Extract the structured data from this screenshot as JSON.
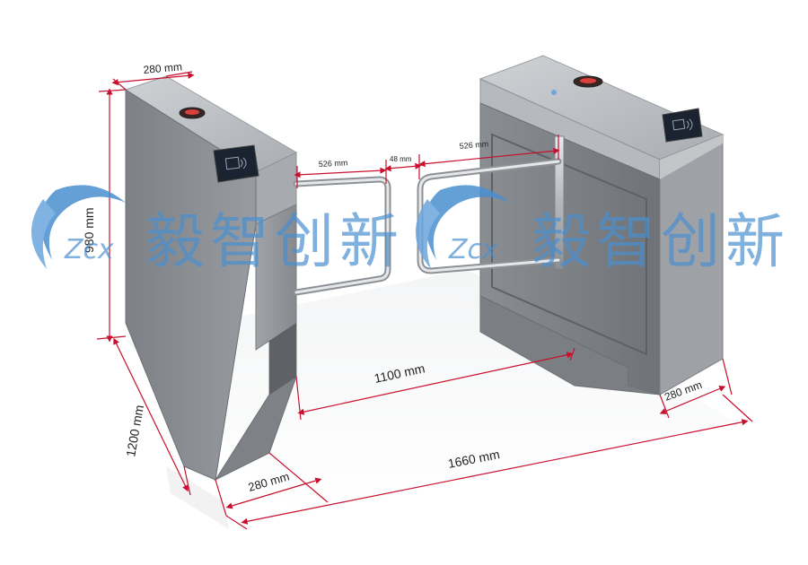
{
  "dimensions": {
    "cabinet_width_top": "280 mm",
    "height_980": "980 mm",
    "length_1200": "1200 mm",
    "arm_left": "526 mm",
    "arm_gap": "48 mm",
    "arm_right": "526 mm",
    "passage_width": "1100 mm",
    "cabinet_width_right": "280 mm",
    "cabinet_width_left_bottom": "280 mm",
    "total_width": "1660 mm"
  },
  "watermark": {
    "logo_letters": "Zcx",
    "company_name": "毅智创新"
  },
  "colors": {
    "dimension_line": "#c8102e",
    "steel_light": "#b9bcbf",
    "steel_mid": "#8e9297",
    "steel_dark": "#6f7378",
    "watermark": "#4a8fd0",
    "reader_screen": "#1b2230"
  }
}
